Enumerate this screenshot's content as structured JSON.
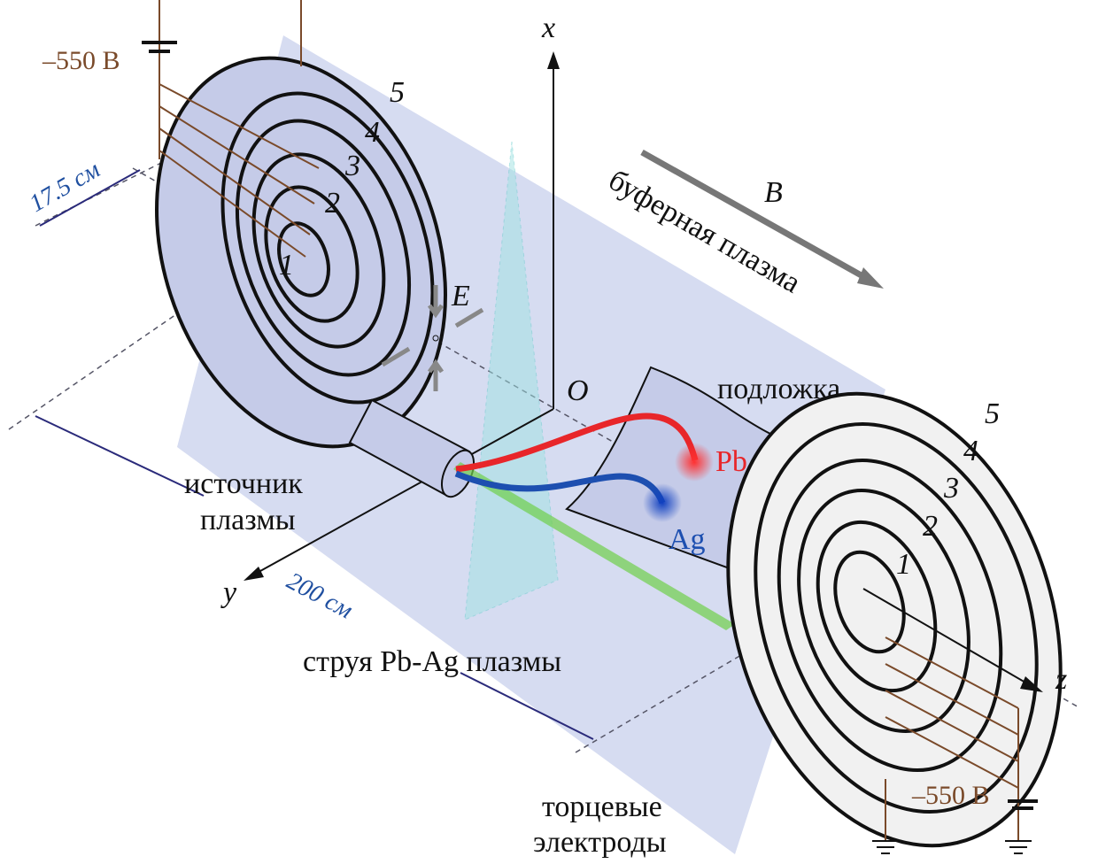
{
  "labels": {
    "axis_x": "x",
    "axis_y": "y",
    "axis_z": "z",
    "origin": "O",
    "field_b": "B",
    "field_e": "E",
    "voltage_left": "–550 В",
    "voltage_right": "–550 В",
    "radius": "17.5 см",
    "length": "200 см",
    "buffer_plasma": "буферная плазма",
    "substrate": "подложка",
    "source_line1": "источник",
    "source_line2": "плазмы",
    "jet": "струя Pb-Ag плазмы",
    "electrodes_line1": "торцевые",
    "electrodes_line2": "электроды",
    "pb": "Pb",
    "ag": "Ag"
  },
  "rings_left": [
    "1",
    "2",
    "3",
    "4",
    "5"
  ],
  "rings_right": [
    "1",
    "2",
    "3",
    "4",
    "5"
  ],
  "colors": {
    "cylinder": "#d6dcf1",
    "disk_left": "#c5cbe8",
    "disk_right": "#f1f1f1",
    "pb": "#e8262a",
    "ag": "#1d4fb0",
    "jet": "#6fcf4a",
    "cone": "#9fe3e3"
  }
}
